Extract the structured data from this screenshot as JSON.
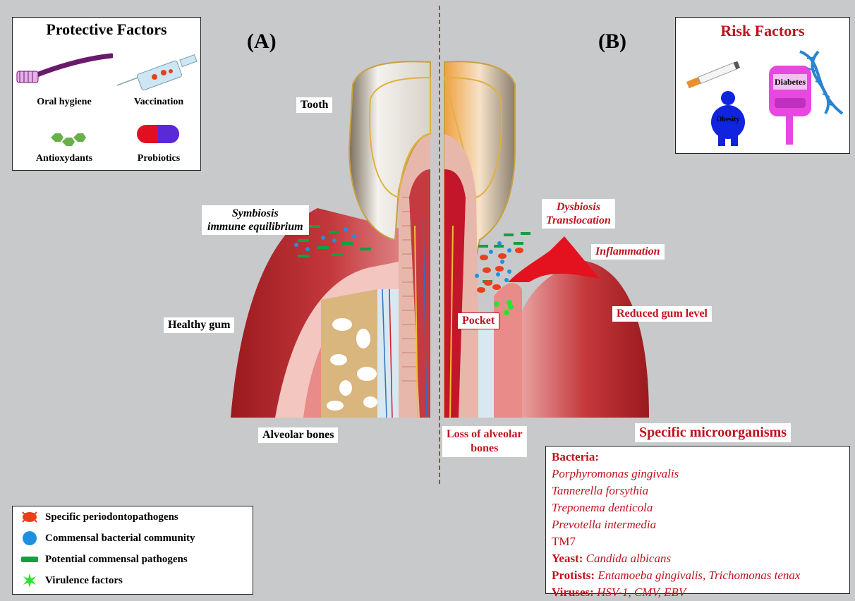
{
  "panels": {
    "a": "(A)",
    "b": "(B)"
  },
  "protective": {
    "title": "Protective Factors",
    "items": [
      "Oral hygiene",
      "Vaccination",
      "Antioxydants",
      "Probiotics"
    ]
  },
  "risk": {
    "title": "Risk Factors",
    "diabetes": "Diabetes",
    "obesity": "Obesity"
  },
  "labels_left": {
    "tooth": "Tooth",
    "symbiosis_1": "Symbiosis",
    "symbiosis_2": "immune equilibrium",
    "healthy_gum": "Healthy gum",
    "alveolar": "Alveolar bones"
  },
  "labels_right": {
    "dysbiosis_1": "Dysbiosis",
    "dysbiosis_2": "Translocation",
    "inflammation": "Inflammation",
    "reduced_gum": "Reduced gum level",
    "pocket": "Pocket",
    "loss_1": "Loss of alveolar",
    "loss_2": "bones"
  },
  "microorganisms": {
    "title": "Specific microorganisms",
    "bacteria_label": "Bacteria:",
    "bacteria": [
      "Porphyromonas gingivalis",
      "Tannerella forsythia",
      "Treponema denticola",
      "Prevotella intermedia"
    ],
    "tm7": "TM7",
    "yeast_label": "Yeast:",
    "yeast": "Candida albicans",
    "protists_label": "Protists:",
    "protists": "Entamoeba gingivalis, Trichomonas tenax",
    "viruses_label": "Viruses:",
    "viruses": "HSV-1, CMV, EBV"
  },
  "legend": [
    "Specific periodontopathogens",
    "Commensal bacterial community",
    "Potential commensal pathogens",
    "Virulence factors"
  ],
  "colors": {
    "pathogen": "#e8401c",
    "commensal": "#1e90e0",
    "potential": "#12a040",
    "virulence": "#30e030",
    "accent_red": "#c0121e"
  }
}
